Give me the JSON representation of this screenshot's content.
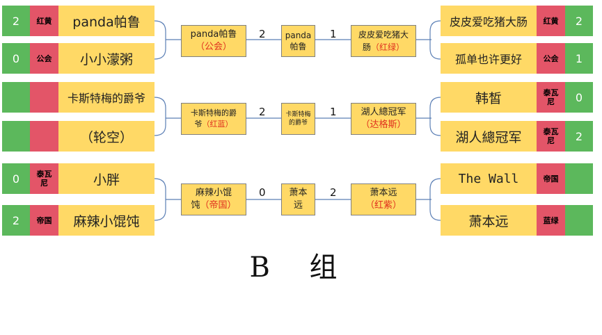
{
  "title": "B 组",
  "matches": [
    {
      "left": [
        {
          "score": "2",
          "tag": "红黄",
          "name": "panda帕鲁"
        },
        {
          "score": "0",
          "tag": "公会",
          "name": "小小濛粥"
        }
      ],
      "left_winner": {
        "name": "panda帕鲁",
        "team": "（公会）"
      },
      "left_games": "2",
      "center": "panda帕鲁",
      "right_games": "1",
      "right_winner": {
        "name": "皮皮爱吃猪大",
        "name2": "肠",
        "team": "（红绿）"
      },
      "right": [
        {
          "score": "2",
          "tag": "红黄",
          "name": "皮皮爱吃猪大肠"
        },
        {
          "score": "1",
          "tag": "公会",
          "name": "孤单也许更好"
        }
      ]
    },
    {
      "left": [
        {
          "score": "",
          "tag": "",
          "name": "卡斯特梅的爵爷"
        },
        {
          "score": "",
          "tag": "",
          "name": "（轮空）"
        }
      ],
      "left_winner": {
        "name": "卡斯特梅的爵",
        "name2": "爷",
        "team": "（红蓝）"
      },
      "left_games": "2",
      "center": "卡斯特梅的爵爷",
      "right_games": "1",
      "right_winner": {
        "name": "湖人總冠军",
        "team": "（达格斯）"
      },
      "right": [
        {
          "score": "0",
          "tag": "泰瓦尼",
          "name": "韩皙"
        },
        {
          "score": "2",
          "tag": "泰瓦尼",
          "name": "湖人總冠军"
        }
      ]
    },
    {
      "left": [
        {
          "score": "0",
          "tag": "泰瓦尼",
          "name": "小胖"
        },
        {
          "score": "2",
          "tag": "帝国",
          "name": "麻辣小馄饨"
        }
      ],
      "left_winner": {
        "name": "麻辣小馄",
        "name2": "饨",
        "team": "（帝国）"
      },
      "left_games": "0",
      "center": "萧本远",
      "right_games": "2",
      "right_winner": {
        "name": "萧本远",
        "team": "（红紫）"
      },
      "right": [
        {
          "score": "",
          "tag": "帝国",
          "name": "The Wall"
        },
        {
          "score": "",
          "tag": "蓝绿",
          "name": "萧本远"
        }
      ]
    }
  ],
  "colors": {
    "score": "#5cb85c",
    "tag": "#e35568",
    "name": "#ffd966",
    "team_text": "#e0301e",
    "line": "#5b7fb5"
  }
}
